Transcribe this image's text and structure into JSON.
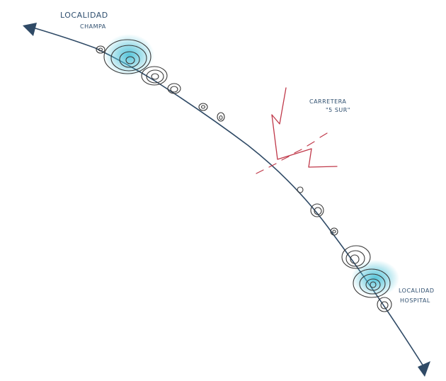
{
  "labels": {
    "top_locality_line1": "LOCALIDAD",
    "top_locality_line2": "CHAMPA",
    "road_line1": "CARRETERA",
    "road_line2": "\"5 SUR\"",
    "bottom_locality_line1": "LOCALIDAD",
    "bottom_locality_line2": "HOSPITAL"
  },
  "colors": {
    "route_line": "#2f4a66",
    "rings": "#3a3a3a",
    "highlight": "#4fc3d9",
    "road": "#c0394a",
    "text": "#2f4f6f"
  }
}
